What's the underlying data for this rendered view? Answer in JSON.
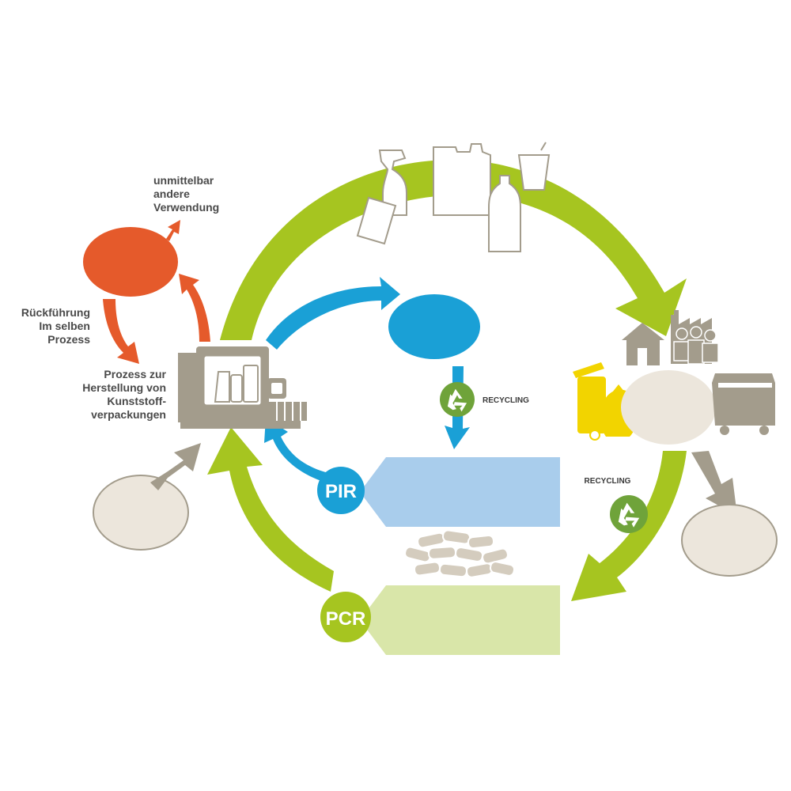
{
  "labels": {
    "immediate_use": [
      "unmittelbar",
      "andere",
      "Verwendung"
    ],
    "return_same_process": [
      "Rückführung",
      "Im selben",
      "Prozess"
    ],
    "production_process": [
      "Prozess zur",
      "Herstellung von",
      "Kunststoff-",
      "verpackungen"
    ]
  },
  "badges": {
    "pir": "PIR",
    "pcr": "PCR"
  },
  "recycling": {
    "inner": "RECYCLING",
    "outer": "RECYCLING"
  },
  "icons": {
    "recycle": "recycle-icon",
    "machine": "injection-molding-machine-icon",
    "packaging": "plastic-packaging-icon",
    "houses": "house-icon",
    "factory": "factory-icon",
    "people": "people-icon",
    "yellow_bin": "yellow-bin-icon",
    "container": "waste-container-icon",
    "pellets": "plastic-pellets-icon"
  },
  "colors": {
    "green": "#a6c520",
    "light_green": "#d9e6a9",
    "blue": "#1aa0d6",
    "light_blue": "#a9cdec",
    "orange": "#e55a2b",
    "taupe": "#a39c8c",
    "beige": "#ece6dc",
    "yellow": "#f2d400",
    "recycle_green": "#6fa33a"
  }
}
